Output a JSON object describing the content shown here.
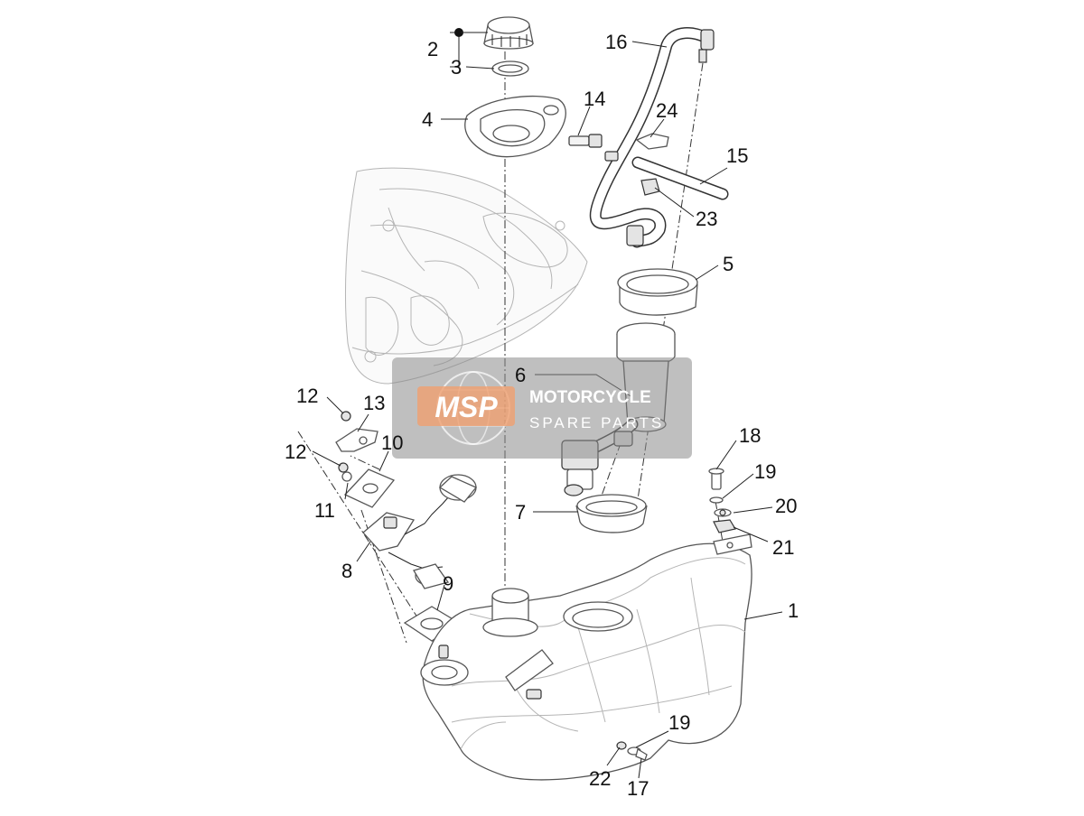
{
  "callouts": {
    "c1": "1",
    "c2": "2",
    "c3": "3",
    "c4": "4",
    "c5": "5",
    "c6": "6",
    "c7": "7",
    "c8": "8",
    "c9": "9",
    "c10": "10",
    "c11": "11",
    "c12a": "12",
    "c12b": "12",
    "c13": "13",
    "c14": "14",
    "c15": "15",
    "c16": "16",
    "c17": "17",
    "c18": "18",
    "c19a": "19",
    "c19b": "19",
    "c20": "20",
    "c21": "21",
    "c22": "22",
    "c23": "23",
    "c24": "24"
  },
  "watermark": {
    "logo": "MSP",
    "line1": "MOTORCYCLE",
    "line2": "SPARE PARTS"
  },
  "colors": {
    "watermark_box": "#8a8a8a",
    "logo_orange": "#f0a070",
    "line": "#222222"
  }
}
